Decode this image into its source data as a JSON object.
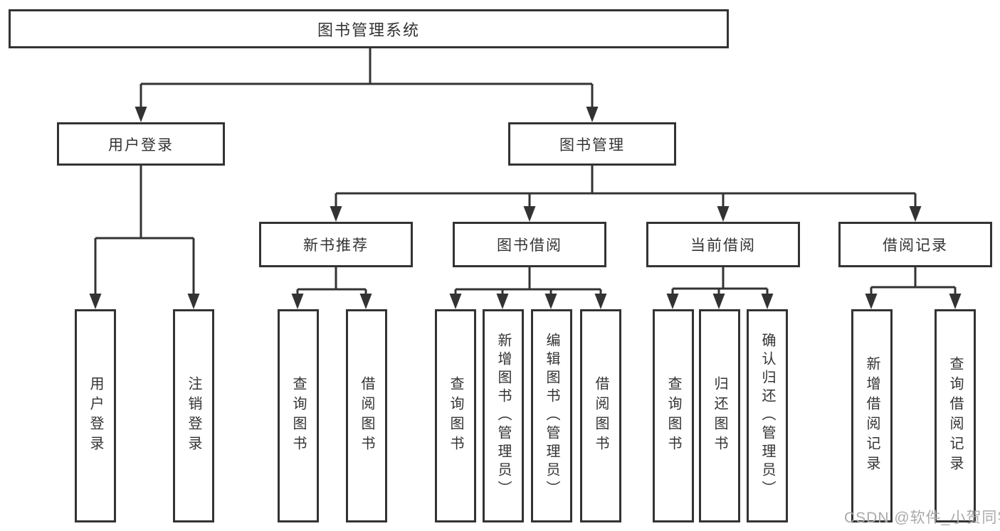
{
  "diagram": {
    "root": {
      "label": "图书管理系统"
    },
    "branches": [
      {
        "label": "用户登录",
        "children": [
          {
            "label": "用户登录"
          },
          {
            "label": "注销登录"
          }
        ]
      },
      {
        "label": "图书管理",
        "sections": [
          {
            "label": "新书推荐",
            "children": [
              {
                "label": "查询图书"
              },
              {
                "label": "借阅图书"
              }
            ]
          },
          {
            "label": "图书借阅",
            "children": [
              {
                "label": "查询图书"
              },
              {
                "label": "新增图书（管理员）"
              },
              {
                "label": "编辑图书（管理员）"
              },
              {
                "label": "借阅图书"
              }
            ]
          },
          {
            "label": "当前借阅",
            "children": [
              {
                "label": "查询图书"
              },
              {
                "label": "归还图书"
              },
              {
                "label": "确认归还（管理员）"
              }
            ]
          },
          {
            "label": "借阅记录",
            "children": [
              {
                "label": "新增借阅记录"
              },
              {
                "label": "查询借阅记录"
              }
            ]
          }
        ]
      }
    ]
  },
  "watermark": {
    "text": "CSDN @软件_小贺同学"
  },
  "colors": {
    "line": "#333333",
    "text": "#333333",
    "box_background": "#ffffff",
    "watermark": "#aaaaaa"
  }
}
